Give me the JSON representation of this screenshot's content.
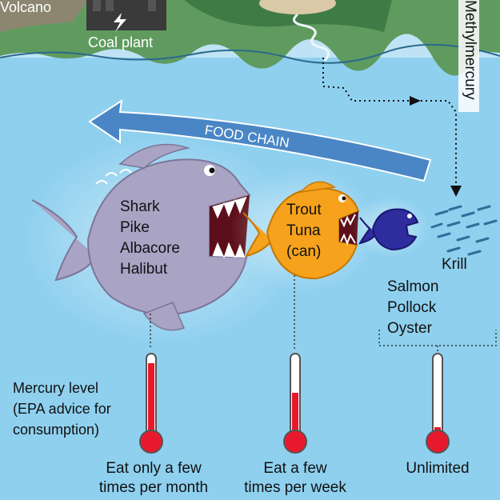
{
  "sources": {
    "volcano_label": "Volcano",
    "coal_plant_label": "Coal plant",
    "methylmercury_label": "Methylmercury"
  },
  "food_chain": {
    "arrow_label": "FOOD CHAIN"
  },
  "fish": {
    "large": {
      "species": [
        "Shark",
        "Pike",
        "Albacore",
        "Halibut"
      ],
      "color": "#a9a3c4"
    },
    "medium": {
      "species": [
        "Trout",
        "Tuna",
        "(can)"
      ],
      "color": "#f6a21c"
    },
    "small": {
      "species": [
        "Salmon",
        "Pollock",
        "Oyster"
      ],
      "color": "#2f2c9e"
    },
    "krill_label": "Krill"
  },
  "thermometers": {
    "legend_line1": "Mercury level",
    "legend_line2": "(EPA advice for",
    "legend_line3": "consumption)",
    "items": [
      {
        "level": 0.92,
        "caption_line1": "Eat only a few",
        "caption_line2": "times per month"
      },
      {
        "level": 0.55,
        "caption_line1": "Eat a few",
        "caption_line2": "times per week"
      },
      {
        "level": 0.12,
        "caption_line1": "Unlimited",
        "caption_line2": ""
      }
    ]
  },
  "colors": {
    "water": "#8fd0ef",
    "land": "#5f9b5f",
    "arrow": "#4a86c5",
    "mercury_red": "#e8192c"
  }
}
